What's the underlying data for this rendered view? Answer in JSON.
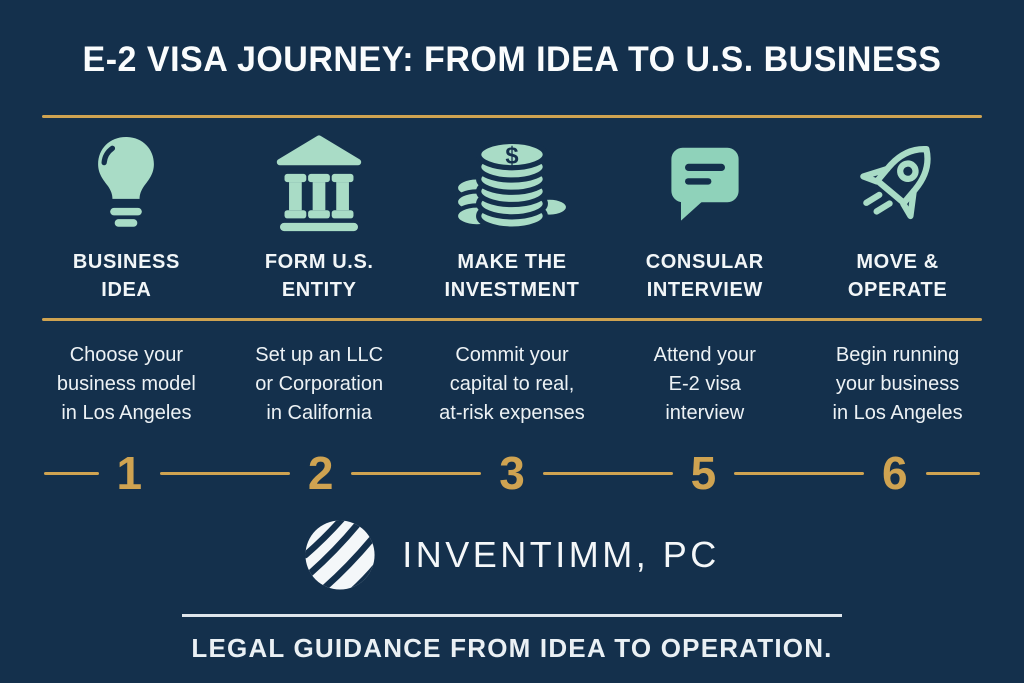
{
  "colors": {
    "background": "#14304C",
    "gold": "#CFA351",
    "mint": "#A9DCC6",
    "mint_deep": "#8FD2BA",
    "divider_light": "#DFE6EC"
  },
  "header": {
    "title": "E-2 VISA JOURNEY: FROM IDEA TO U.S. BUSINESS"
  },
  "steps": [
    {
      "icon": "lightbulb-icon",
      "label": "BUSINESS\nIDEA",
      "description": "Choose your\nbusiness model\nin Los Angeles",
      "number": "1"
    },
    {
      "icon": "bank-icon",
      "label": "FORM U.S.\nENTITY",
      "description": "Set up an LLC\nor Corporation\nin California",
      "number": "2"
    },
    {
      "icon": "coins-icon",
      "label": "MAKE THE\nINVESTMENT",
      "description": "Commit your\ncapital to real,\nat-risk expenses",
      "number": "3"
    },
    {
      "icon": "chat-bubble-icon",
      "label": "CONSULAR\nINTERVIEW",
      "description": "Attend your\nE-2 visa\ninterview",
      "number": "5"
    },
    {
      "icon": "rocket-icon",
      "label": "MOVE &\nOPERATE",
      "description": "Begin running\nyour business\nin Los Angeles",
      "number": "6"
    }
  ],
  "footer": {
    "brand": "INVENTIMM, PC",
    "tagline": "LEGAL GUIDANCE FROM IDEA TO OPERATION."
  }
}
